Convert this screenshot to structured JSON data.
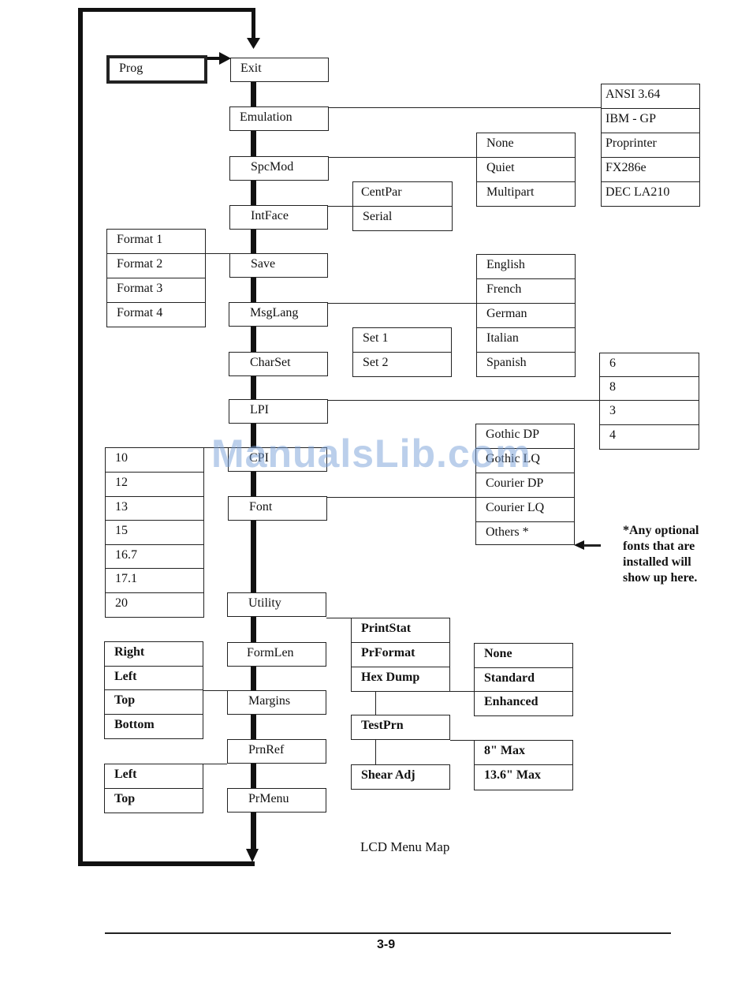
{
  "main_column": [
    "Exit",
    "Emulation",
    "SpcMod",
    "IntFace",
    "Save",
    "MsgLang",
    "CharSet",
    "LPI",
    "CPI",
    "Font",
    "Utility",
    "FormLen",
    "Margins",
    "PrnRef",
    "PrMenu"
  ],
  "prog": "Prog",
  "emulation_options": [
    "ANSI 3.64",
    "IBM - GP",
    "Proprinter",
    "FX286e",
    "DEC LA210"
  ],
  "spcmod_options": [
    "None",
    "Quiet",
    "Multipart"
  ],
  "intface_options": [
    "CentPar",
    "Serial"
  ],
  "save_options": [
    "Format 1",
    "Format 2",
    "Format 3",
    "Format 4"
  ],
  "msglang_options": [
    "English",
    "French",
    "German",
    "Italian",
    "Spanish"
  ],
  "charset_options": [
    "Set 1",
    "Set 2"
  ],
  "lpi_options": [
    "6",
    "8",
    "3",
    "4"
  ],
  "font_options": [
    "Gothic DP",
    "Gothic LQ",
    "Courier DP",
    "Courier LQ",
    "Others *"
  ],
  "cpi_options": [
    "10",
    "12",
    "13",
    "15",
    "16.7",
    "17.1",
    "20"
  ],
  "utility_options": [
    "PrintStat",
    "PrFormat",
    "Hex Dump"
  ],
  "utility_more": [
    "TestPrn",
    "Shear Adj"
  ],
  "prformat_options": [
    "None",
    "Standard",
    "Enhanced"
  ],
  "testprn_options": [
    "8\" Max",
    "13.6\" Max"
  ],
  "margins_options": [
    "Right",
    "Left",
    "Top",
    "Bottom"
  ],
  "prnref_options": [
    "Left",
    "Top"
  ],
  "note": [
    "*Any optional",
    "fonts that are",
    "installed will",
    "show up here."
  ],
  "caption": "LCD Menu Map",
  "page_number": "3-9",
  "watermark": "ManualsLib.com"
}
